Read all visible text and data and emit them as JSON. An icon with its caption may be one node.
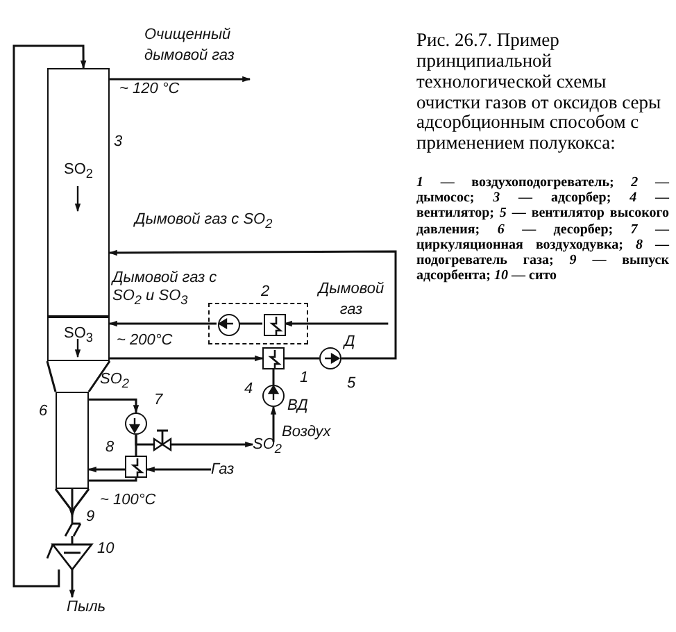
{
  "diagram": {
    "caption": "Рис. 26.7. Пример принципиальной технологической схемы очистки газов от оксидов серы адсорбционным способом с применением полукокса:",
    "nodes": [
      {
        "text": [
          "SO$_{2}$"
        ],
        "beside": [
          "3"
        ]
      },
      {
        "text": [
          "SO$_{3}$"
        ]
      },
      {
        "text": [],
        "shape": "box",
        "beside": [
          "6"
        ]
      },
      {
        "text": [],
        "shape": "chute",
        "beside": [
          "9"
        ]
      },
      {
        "text": [],
        "shape": "funnel",
        "beside": [
          "10"
        ]
      },
      {
        "text": [],
        "shape": "box",
        "beside": [
          "2"
        ]
      },
      {
        "text": [],
        "shape": "circle",
        "in": 5
      },
      {
        "text": [],
        "shape": "box",
        "in": 5
      },
      {
        "text": [],
        "shape": "box",
        "beside": [
          "1"
        ]
      },
      {
        "text": [],
        "shape": "circle",
        "beside": [
          "4",
          "ВД"
        ]
      },
      {
        "text": [],
        "shape": "circle",
        "beside": [
          "5",
          "Д"
        ]
      },
      {
        "text": [],
        "shape": "circle",
        "beside": [
          "7"
        ]
      },
      {
        "text": [],
        "shape": "valve"
      },
      {
        "text": [],
        "shape": "box",
        "beside": [
          "8"
        ]
      },
      {
        "text": [
          "Очищенный дымовой газ"
        ]
      },
      {
        "text": [
          "Дымовой газ"
        ]
      },
      {
        "text": [
          "Воздух"
        ]
      },
      {
        "text": [
          "SO$_{2}$"
        ]
      },
      {
        "text": [
          "Газ"
        ]
      },
      {
        "text": [
          "Пыль"
        ]
      }
    ],
    "edges": [
      {
        "from": 0,
        "to": 14,
        "arrow": "to"
      },
      {
        "from": 4,
        "to": 0,
        "arrow": "to"
      },
      {
        "from": 10,
        "to": 0,
        "arrow": "to"
      },
      {
        "from": 15,
        "to": 7,
        "arrow": "to"
      },
      {
        "from": 7,
        "to": 6,
        "arrow": "none"
      },
      {
        "from": 6,
        "to": 1,
        "arrow": "to"
      },
      {
        "from": 1,
        "to": 8,
        "arrow": "to"
      },
      {
        "from": 8,
        "to": 10,
        "arrow": "none"
      },
      {
        "from": 16,
        "to": 9,
        "arrow": "to"
      },
      {
        "from": 9,
        "to": 8,
        "arrow": "none"
      },
      {
        "from": 2,
        "to": 11,
        "arrow": "to"
      },
      {
        "from": 11,
        "to": 12,
        "arrow": "none"
      },
      {
        "from": 12,
        "to": 17,
        "arrow": "to"
      },
      {
        "from": 11,
        "to": 13,
        "arrow": "none"
      },
      {
        "from": 18,
        "to": 13,
        "arrow": "to"
      },
      {
        "from": 13,
        "to": 2,
        "arrow": "to"
      },
      {
        "from": 13,
        "to": 2,
        "arrow": "none"
      },
      {
        "from": 2,
        "to": 3,
        "arrow": "to"
      },
      {
        "from": 3,
        "to": 4,
        "arrow": "none"
      },
      {
        "from": 4,
        "to": 19,
        "arrow": "to"
      }
    ],
    "labels": [
      "~ 120 °C",
      "Дымовой газ с SO$_{2}$",
      "Дымовой газ с SO$_{2}$ и SO$_{3}$",
      "~ 200°C",
      "SO$_{2}$",
      "~ 100°C",
      "*1* — воздухоподогреватель; *2* — дымосос; *3* — адсорбер; *4* — вентилятор; *5* — вентилятор высокого давления; *6* — десорбер; *7* — циркуляционная воздуходувка; *8* — подогреватель газа; *9* — выпуск адсорбента; *10* — сито"
    ]
  }
}
